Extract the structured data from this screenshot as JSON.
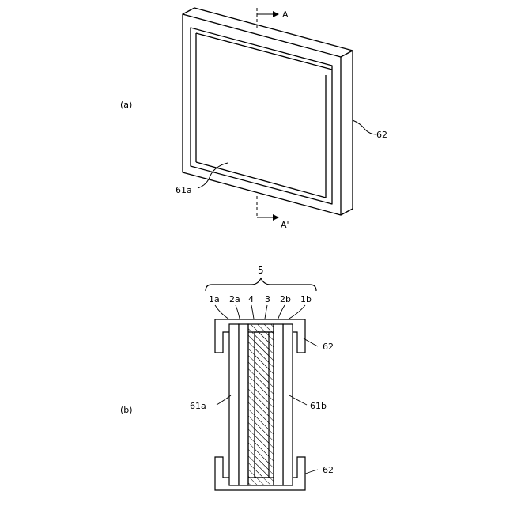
{
  "figure_a": {
    "caption": "(a)",
    "labels": {
      "frame": "62",
      "opening": "61a",
      "section_top": "A",
      "section_bottom": "A'"
    }
  },
  "figure_b": {
    "caption": "(b)",
    "labels": {
      "assembly": "5",
      "layer_1a": "1a",
      "layer_2a": "2a",
      "layer_4": "4",
      "layer_3": "3",
      "layer_2b": "2b",
      "layer_1b": "1b",
      "frame_top": "62",
      "frame_bottom": "62",
      "side_left": "61a",
      "side_right": "61b"
    }
  }
}
